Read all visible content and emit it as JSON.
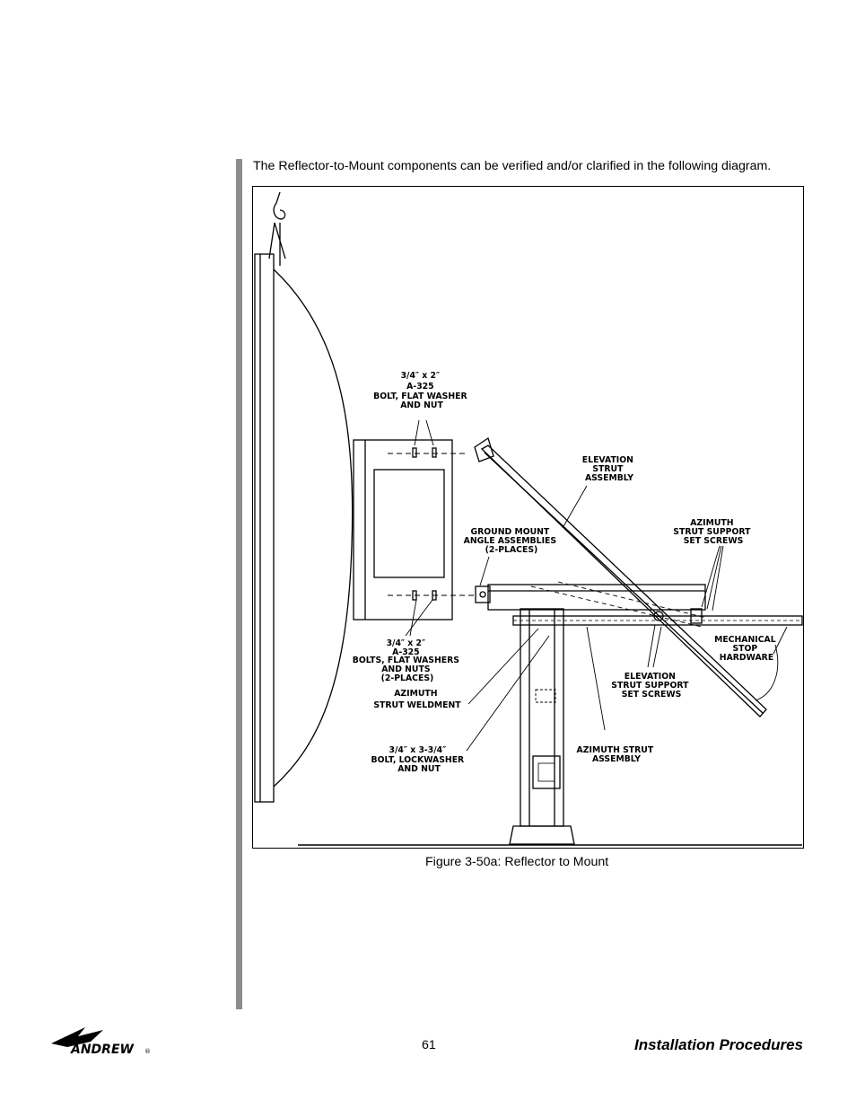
{
  "intro_text": "The Reflector-to-Mount components can be verified and/or clarified in the following diagram.",
  "figure": {
    "caption": "Figure 3-50a: Reflector to Mount",
    "labels": {
      "top_bolt": [
        "3/4″ x 2″",
        "A-325",
        "BOLT, FLAT WASHER",
        "AND NUT"
      ],
      "elevation_strut": [
        "ELEVATION",
        "STRUT",
        "ASSEMBLY"
      ],
      "ground_mount": [
        "GROUND MOUNT",
        "ANGLE ASSEMBLIES",
        "(2-PLACES)"
      ],
      "azimuth_set_screws": [
        "AZIMUTH",
        "STRUT SUPPORT",
        "SET SCREWS"
      ],
      "lower_bolts": [
        "3/4″ x 2″",
        "A-325",
        "BOLTS, FLAT WASHERS",
        "AND NUTS",
        "(2-PLACES)"
      ],
      "mech_stop": [
        "MECHANICAL",
        "STOP",
        "HARDWARE"
      ],
      "elevation_set_screws": [
        "ELEVATION",
        "STRUT SUPPORT",
        "SET SCREWS"
      ],
      "azimuth_weldment": [
        "AZIMUTH",
        "STRUT WELDMENT"
      ],
      "lockwasher_bolt": [
        "3/4″ x 3-3/4″",
        "BOLT, LOCKWASHER",
        "AND NUT"
      ],
      "azimuth_assembly": [
        "AZIMUTH STRUT",
        "ASSEMBLY"
      ]
    }
  },
  "footer": {
    "logo_text": "ANDREW",
    "logo_mark": "®",
    "page_number": "61",
    "section_title": "Installation Procedures"
  }
}
